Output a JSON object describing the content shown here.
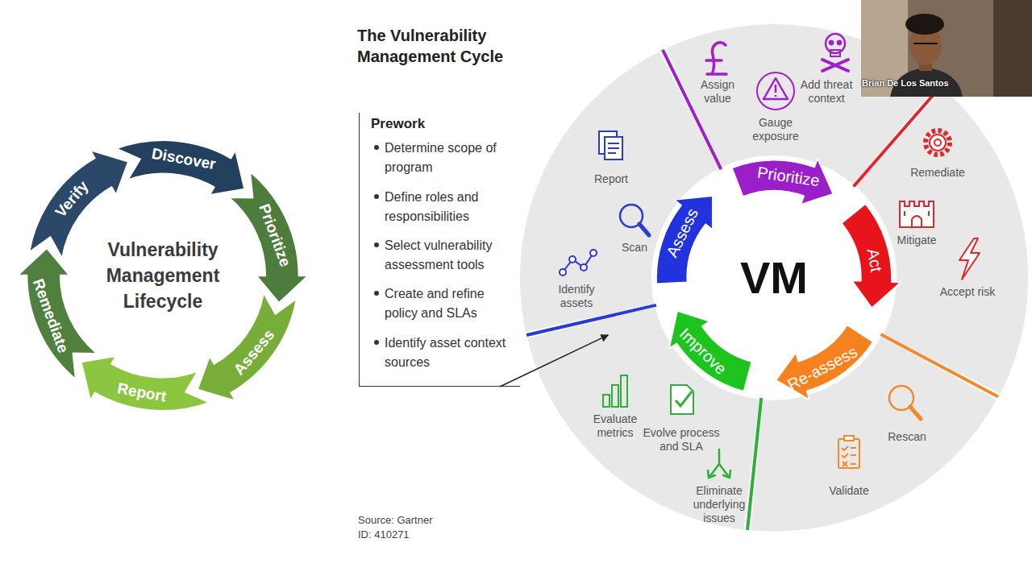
{
  "diagram": {
    "title": "The Vulnerability Management Cycle",
    "nodes": [
      {
        "text": [
          "Vulnerability Management Lifecycle"
        ]
      },
      {
        "text": [
          "Discover"
        ]
      },
      {
        "text": [
          "Prioritize"
        ]
      },
      {
        "text": [
          "Assess"
        ]
      },
      {
        "text": [
          "Report"
        ]
      },
      {
        "text": [
          "Remediate"
        ]
      },
      {
        "text": [
          "Verify"
        ]
      },
      {
        "text": [
          "Prework",
          "Determine scope of program",
          "Define roles and responsibilities",
          "Select vulnerability assessment tools",
          "Create and refine policy and SLAs",
          "Identify asset context sources"
        ]
      },
      {
        "text": [
          "VM"
        ]
      },
      {
        "text": [
          "Assess"
        ]
      },
      {
        "text": [
          "Prioritize"
        ]
      },
      {
        "text": [
          "Act"
        ]
      },
      {
        "text": [
          "Re-assess"
        ]
      },
      {
        "text": [
          "Improve"
        ]
      },
      {
        "text": [
          "Report",
          "Scan",
          "Identify assets"
        ]
      },
      {
        "text": [
          "Assign value",
          "Gauge exposure",
          "Add threat context"
        ]
      },
      {
        "text": [
          "Remediate",
          "Mitigate",
          "Accept risk"
        ]
      },
      {
        "text": [
          "Rescan",
          "Validate"
        ]
      },
      {
        "text": [
          "Evaluate metrics",
          "Evolve process and SLA",
          "Eliminate underlying issues"
        ]
      },
      {
        "text": [
          "Brian De Los Santos"
        ]
      }
    ],
    "edges": [
      {
        "from": 7,
        "to": 14,
        "arrow": "to"
      }
    ],
    "labels": [
      "Source: Gartner",
      "ID: 410271"
    ]
  }
}
